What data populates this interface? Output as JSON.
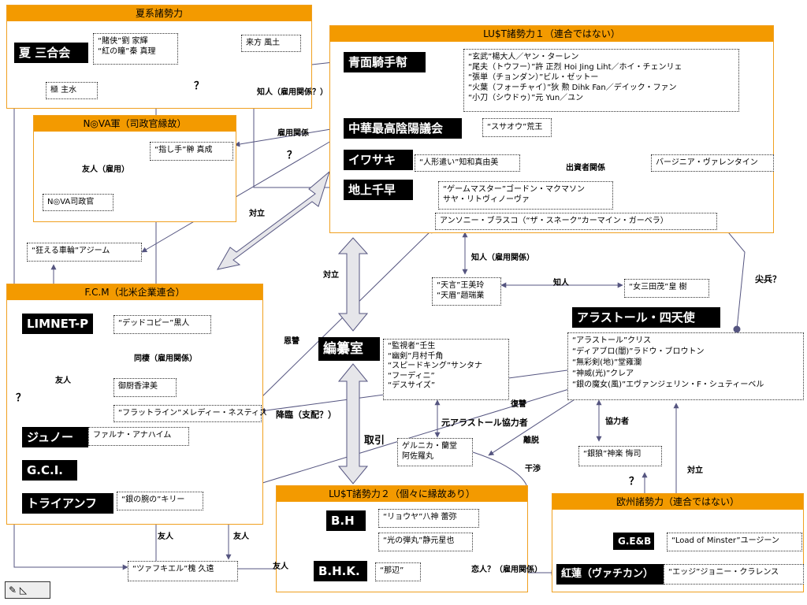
{
  "groups": {
    "xia": "夏系諸勢力",
    "lust1": "LU$T諸勢力１（連合ではない）",
    "nova": "N◎VA軍（司政官縁故）",
    "fcm": "F.C.M（北米企業連合）",
    "lust2": "LU$T諸勢力２（個々に縁故あり）",
    "euro": "欧州諸勢力（連合ではない）"
  },
  "blocks": {
    "xia_sangokai": "夏 三合会",
    "seimen": "青面騎手幇",
    "chuka": "中華最高陰陽議会",
    "iwasaki": "イワサキ",
    "chijo": "地上千早",
    "limnet": "LIMNET-P",
    "juno": "ジュノー",
    "gci": "G.C.I.",
    "triumph": "トライアンフ",
    "hensan": "編纂室",
    "arastor": "アラストール・四天使",
    "bh": "B.H",
    "bhk": "B.H.K.",
    "gebb": "G.E&B",
    "guren": "紅蓮（ヴァチカン）"
  },
  "boxes": {
    "xia_members": [
      "“賭侠”劉 家輝",
      "“紅の瞳”秦 真理"
    ],
    "raiho": "来方 風土",
    "goku": "極 主水",
    "seimen_members": [
      "“玄武”楊大人／ヤン・ターレン",
      "“尾夫（トウフー）”許 正烈 Hoi Jing Liht／ホイ・チェンリェ",
      "“張単（チョンダン）”ビル・ゼットー",
      "“火葉（フォーチャイ）”狄 勲 Dihk Fan／デイック・ファン",
      "“小刀（シウドゥ）”元 Yun／ユン"
    ],
    "susao": "“スサオウ”荒王",
    "ningyo": "“人形遣い”知和真由美",
    "virginia": "バージニア・ヴァレンタイン",
    "gamemaster": [
      "“ゲームマスター”ゴードン・マクマソン",
      "サヤ・リトヴィノーヴァ"
    ],
    "anthony": "アンソニー・ブラスコ（“ザ・スネーク”カーマイン・ガーベラ）",
    "sashite": "“指し手”榊 真成",
    "nova_shisei": "N◎VA司政官",
    "kurueru": "“狂える車輪”アジーム",
    "tengen": [
      "“天言”王美玲",
      "“天眉”趙瑞業"
    ],
    "onna": "“女三田茂”皇 樹",
    "dead_copy": "“デッドコピー”黒人",
    "mikuriya": "御厨香津美",
    "flatline": "“フラットライン”メレディー・ネスティス",
    "farna": "ファルナ・アナハイム",
    "gin_ude": "“銀の腕の”キリー",
    "hensan_members": [
      "“監視者”壬生",
      "“幽剣”月村千角",
      "“スピードキング”サンタナ",
      "“フーディニ”",
      "“デスサイズ”"
    ],
    "arastor_members": [
      "“アラストール”クリス",
      "“ディアブロ(闇)”ラドウ・ブロウトン",
      "“無彩剣(地)”堂雍瀾",
      "“神威(光)”クレア",
      "“銀の魔女(風)”エヴァンジェリン・F・シュティーベル"
    ],
    "guernica": [
      "ゲルニカ・蘭堂",
      "阿佐羅丸"
    ],
    "ginrou": "“銀狼”神楽 悔司",
    "ryouya": "“リョウヤ”八神 蕾弥",
    "hikari": "“光の弾丸”静元星也",
    "nahen": "“那辺”",
    "load": "“Load of Minster”ユージーン",
    "edge": "“エッジ”ジョニー・クラレンス",
    "tsufakiel": "“ツァフキエル”槐 久遠"
  },
  "labels": {
    "q1": "？",
    "chijin_koyou1": "知人（雇用関係？）",
    "koyou": "雇用関係",
    "q2": "？",
    "yujin_koyou": "友人（雇用）",
    "shussi": "出資者関係",
    "tairitsu1": "対立",
    "chijin_koyou2": "知人（雇用関係）",
    "chijin": "知人",
    "tairitsu2": "対立",
    "sempei": "尖兵？",
    "onshu": "恩讐",
    "dousei": "同棲（雇用関係）",
    "yujin1": "友人",
    "q3": "？",
    "kourin": "降臨（支配？）",
    "fukushu": "復讐",
    "moto_arastor": "元アラストール協力者",
    "torihiki": "取引",
    "ridatsu": "離脱",
    "kanshou": "干渉",
    "kyouryoku": "協力者",
    "q4": "？",
    "tairitsu3": "対立",
    "yujin2": "友人",
    "yujin3": "友人",
    "yujin4": "友人",
    "koibito": "恋人？（雇用関係）"
  },
  "corner_icon": "pencil-icon"
}
